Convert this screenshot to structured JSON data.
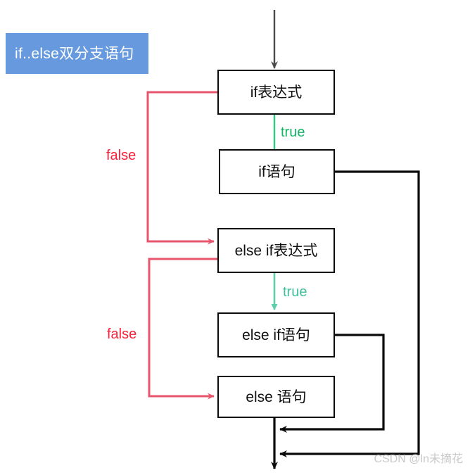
{
  "title_badge": {
    "text": "if..else双分支语句",
    "background": "#6699DD",
    "text_color": "#FFFFFF"
  },
  "nodes": [
    {
      "id": "if-expression",
      "label": "if表达式"
    },
    {
      "id": "if-statement",
      "label": "if语句"
    },
    {
      "id": "else-if-expression",
      "label": "else if表达式"
    },
    {
      "id": "else-if-statement",
      "label": "else if语句"
    },
    {
      "id": "else-statement",
      "label": "else 语句"
    }
  ],
  "edge_labels": {
    "false_1": "false",
    "true_1": "true",
    "false_2": "false",
    "true_2": "true"
  },
  "colors": {
    "false_branch": "#E8566E",
    "false_text": "#F8203A",
    "true_branch_1": "#2FCB86",
    "true_text_1": "#12B465",
    "true_branch_2": "#5ECFAC",
    "true_text_2": "#3FBF9A",
    "flow_line": "#0A0A0A",
    "entry_arrow": "#4A4A4A",
    "node_border": "#0A0A0A",
    "node_fill": "#FFFFFF"
  },
  "watermark": {
    "text": "CSDN @ln未摘花"
  }
}
